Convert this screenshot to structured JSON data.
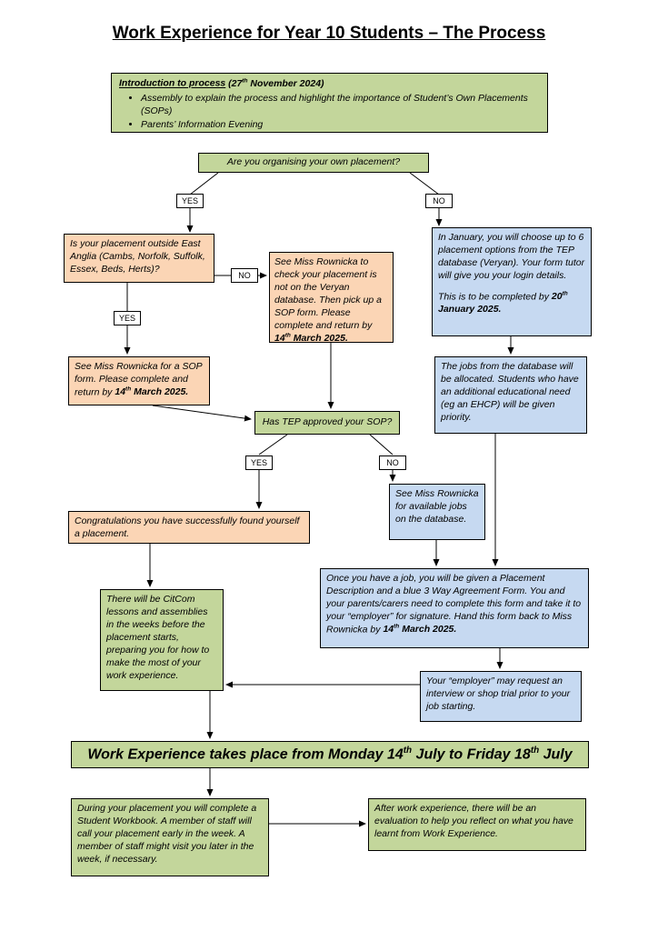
{
  "title": "Work Experience for Year 10 Students – The Process",
  "colors": {
    "green": "#c3d69b",
    "orange": "#fbd5b5",
    "blue": "#c6d9f1"
  },
  "labels": {
    "yes": "YES",
    "no": "NO"
  },
  "intro": {
    "heading": "Introduction to process",
    "date_pre": " (27",
    "date_sup": "th",
    "date_post": " November 2024)",
    "bullets": [
      "Assembly to explain the process and highlight the importance of Student’s Own Placements (SOPs)",
      "Parents’ Information Evening"
    ]
  },
  "q_own_placement": "Are you organising your own placement?",
  "outside_east_anglia": "Is your placement outside East Anglia (Cambs, Norfolk, Suffolk, Essex, Beds, Herts)?",
  "check_veryan": {
    "pre": "See Miss Rownicka to check your placement is not on the Veryan database.  Then pick up a SOP form. Please complete and return by ",
    "bold1": "14",
    "sup": "th",
    "bold2": " March 2025."
  },
  "sop_form": {
    "pre": "See Miss Rownicka for a SOP form. Please complete and return by ",
    "bold1": "14",
    "sup": "th",
    "bold2": " March 2025."
  },
  "tep_choose": {
    "para1": "In January, you will choose up to 6 placement options from the TEP database (Veryan).  Your form tutor will give you your login details.",
    "para2_pre": "This is to be completed by ",
    "bold1": "20",
    "sup": "th",
    "bold2": " January 2025."
  },
  "jobs_allocated": "The jobs from the database will be allocated. Students who have an additional educational need (eg an EHCP) will be given priority.",
  "q_tep_approved": "Has TEP approved your SOP?",
  "available_jobs": "See Miss Rownicka for available jobs on the database.",
  "congratulations": "Congratulations you have successfully found yourself a placement.",
  "three_way": {
    "pre": "Once you have a job, you will be given a Placement Description and a blue 3 Way Agreement Form.  You and your parents/carers need to complete this form and take it to your “employer” for signature. Hand this form back to Miss Rownicka by ",
    "bold1": "14",
    "sup": "th",
    "bold2": " March 2025."
  },
  "employer_interview": "Your “employer” may request an interview or shop trial prior to your job starting.",
  "citcom": "There will be CitCom lessons and assemblies in the weeks before the placement starts, preparing you for how to make the most of your work experience.",
  "banner": {
    "s1": "Work Experience takes place from Monday 14",
    "sup1": "th",
    "s2": " July to Friday 18",
    "sup2": "th",
    "s3": " July"
  },
  "workbook": "During your placement you will complete a Student Workbook. A member of staff will call your placement early in the week. A member of staff might visit you later in the week, if necessary.",
  "evaluation": "After work experience, there will be an evaluation to help you reflect on what you have learnt from Work Experience."
}
